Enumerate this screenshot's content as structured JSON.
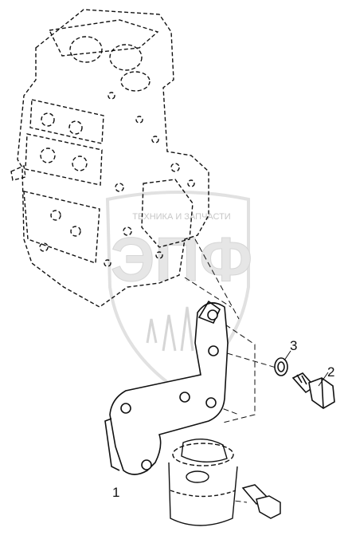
{
  "diagram": {
    "callouts": [
      {
        "id": "1",
        "label": "1",
        "part": "bracket"
      },
      {
        "id": "2",
        "label": "2",
        "part": "bolt"
      },
      {
        "id": "3",
        "label": "3",
        "part": "washer"
      }
    ]
  },
  "watermark": {
    "top_text": "ТЕХНИКА И ЗАПЧАСТИ",
    "main_text": "ЭПФ"
  },
  "colors": {
    "line": "#111111",
    "watermark": "#d9d9d9"
  }
}
